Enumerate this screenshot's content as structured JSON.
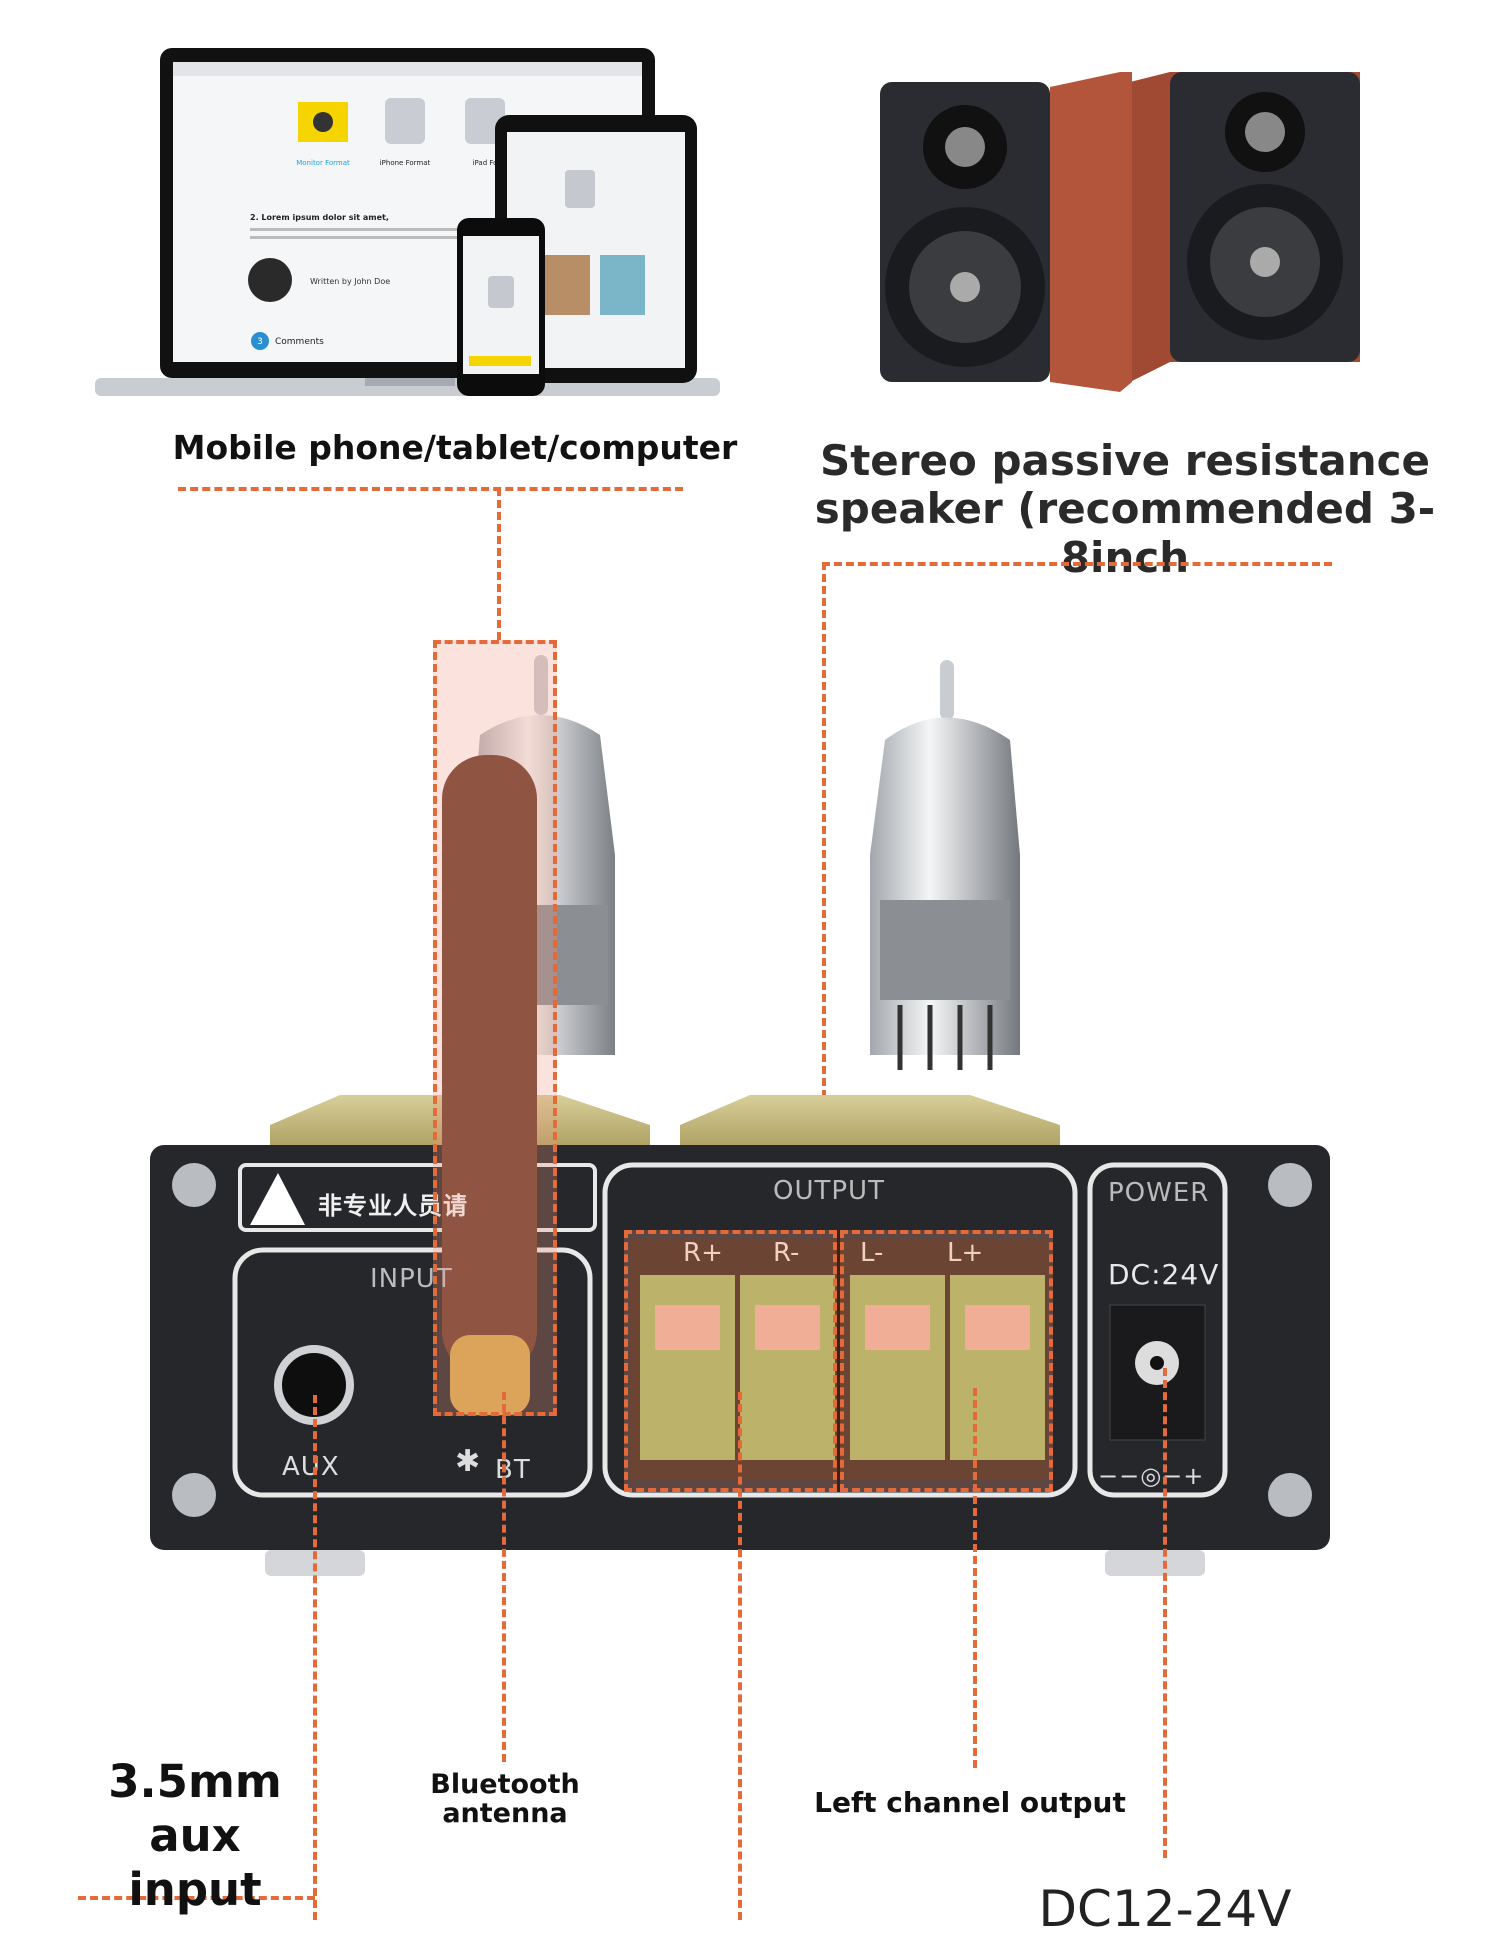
{
  "captions": {
    "devices": "Mobile phone/tablet/computer",
    "speakers_line1": "Stereo passive resistance",
    "speakers_line2": "speaker (recommended 3-8inch",
    "aux": "3.5mm\naux input",
    "bluetooth": "Bluetooth\nantenna",
    "left_channel": "Left channel output",
    "dc_partial": "DC12-24V"
  },
  "laptop_screen": {
    "item1": "Monitor Format",
    "item2": "iPhone Format",
    "item3": "iPad Fo",
    "heading": "2. Lorem ipsum dolor sit amet,",
    "author": "Written by John Doe",
    "comments": "Comments",
    "comments_count": "3"
  },
  "amp_panel": {
    "warning_text": "非专业人员请",
    "input_label": "INPUT",
    "aux_label": "AUX",
    "bt_label": "BT",
    "output_label": "OUTPUT",
    "terminals": [
      "R+",
      "R-",
      "L-",
      "L+"
    ],
    "power_label": "POWER",
    "power_rating": "DC:24V",
    "polarity": "−−◎−+"
  },
  "colors": {
    "dash": "#e46a3a",
    "panel": "#26272b",
    "terminal_green": "#a9bd62",
    "antenna": "#6a3b2a"
  }
}
